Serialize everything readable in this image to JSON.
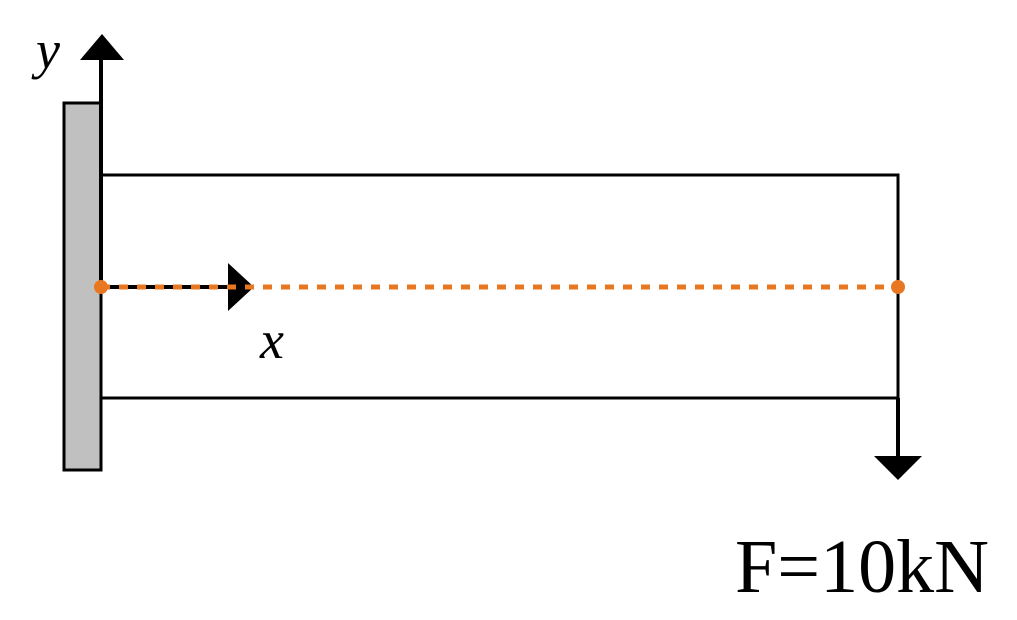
{
  "labels": {
    "y_axis": "y",
    "x_axis": "x",
    "force": "F=10kN"
  },
  "colors": {
    "wall_fill": "#c0c0c0",
    "line": "#000000",
    "centerline": "#e87722"
  }
}
